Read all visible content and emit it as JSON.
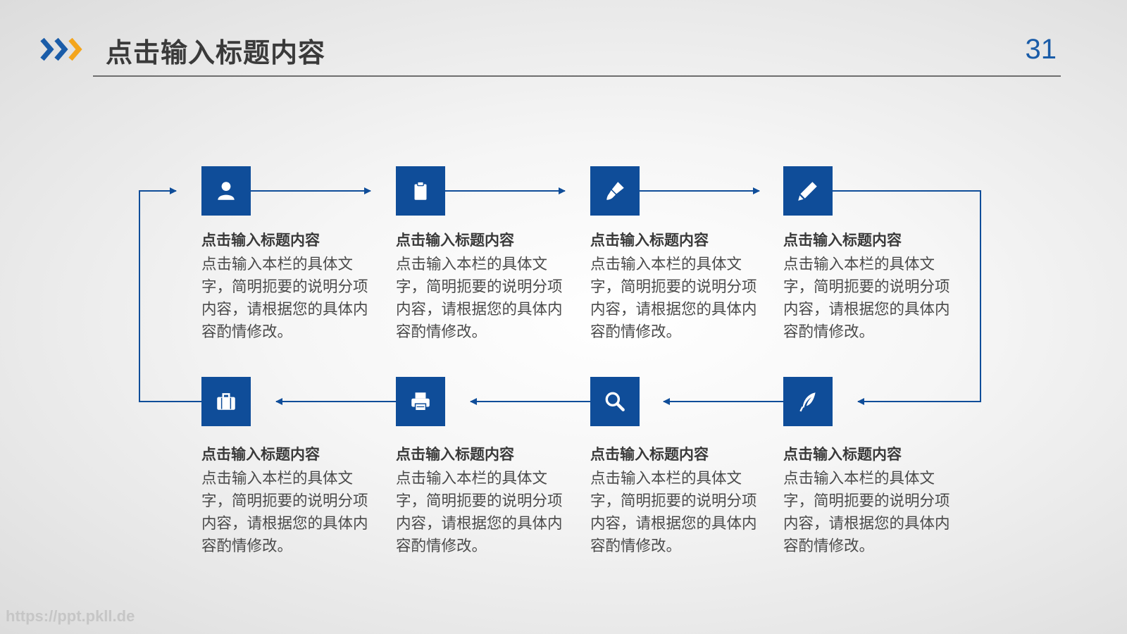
{
  "header": {
    "title": "点击输入标题内容",
    "page_number": "31",
    "chevron_colors": [
      "#1a5ca8",
      "#1a5ca8",
      "#f4a51c"
    ]
  },
  "theme": {
    "accent": "#0f4d99",
    "text_dark": "#3a3a3a",
    "text_body": "#4a4a4a"
  },
  "steps": [
    {
      "icon": "user-icon",
      "title": "点击输入标题内容",
      "text": "点击输入本栏的具体文字，简明扼要的说明分项内容，请根据您的具体内容酌情修改。"
    },
    {
      "icon": "clipboard-icon",
      "title": "点击输入标题内容",
      "text": "点击输入本栏的具体文字，简明扼要的说明分项内容，请根据您的具体内容酌情修改。"
    },
    {
      "icon": "brush-icon",
      "title": "点击输入标题内容",
      "text": "点击输入本栏的具体文字，简明扼要的说明分项内容，请根据您的具体内容酌情修改。"
    },
    {
      "icon": "pencil-icon",
      "title": "点击输入标题内容",
      "text": "点击输入本栏的具体文字，简明扼要的说明分项内容，请根据您的具体内容酌情修改。"
    },
    {
      "icon": "briefcase-icon",
      "title": "点击输入标题内容",
      "text": "点击输入本栏的具体文字，简明扼要的说明分项内容，请根据您的具体内容酌情修改。"
    },
    {
      "icon": "printer-icon",
      "title": "点击输入标题内容",
      "text": "点击输入本栏的具体文字，简明扼要的说明分项内容，请根据您的具体内容酌情修改。"
    },
    {
      "icon": "search-icon",
      "title": "点击输入标题内容",
      "text": "点击输入本栏的具体文字，简明扼要的说明分项内容，请根据您的具体内容酌情修改。"
    },
    {
      "icon": "quill-icon",
      "title": "点击输入标题内容",
      "text": "点击输入本栏的具体文字，简明扼要的说明分项内容，请根据您的具体内容酌情修改。"
    }
  ],
  "watermark": "https://ppt.pkll.de"
}
